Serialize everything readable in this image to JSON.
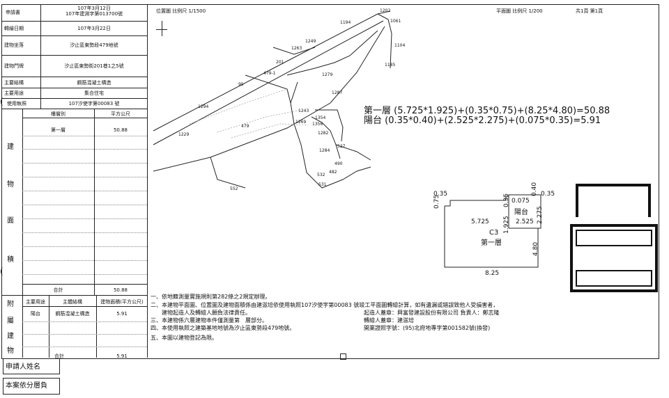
{
  "sheet": {
    "plan_scale_location": "位置圖 比例尺 1/1500",
    "plan_scale_floor": "平面圖 比例尺 1/200",
    "page_info": "共1頁 第1頁"
  },
  "left_table": {
    "rows": [
      {
        "label": "申請書",
        "value": "107年3月12日\n107年建測字第013700號"
      },
      {
        "label": "轉繪日期",
        "value": "107年3月22日"
      },
      {
        "label": "建物坐落",
        "value": "汐止區東勢段479地號"
      },
      {
        "label": "建物門牌",
        "value": "汐止區東勢街201巷1之5號"
      },
      {
        "label": "主要結構",
        "value": "鋼筋混凝土構造"
      },
      {
        "label": "主要用途",
        "value": "集合住宅"
      },
      {
        "label": "使用執照",
        "value": "107汐使字第00083 號"
      }
    ],
    "area_header": {
      "floor": "樓層別",
      "area": "平方公尺"
    },
    "area_rows": [
      {
        "floor": "第一層",
        "area": "50.88"
      }
    ],
    "vertical_main": [
      "建",
      "物",
      "面",
      "積"
    ],
    "total_label": "合計",
    "total_value": "50.88",
    "attached_header": {
      "use": "主要用途",
      "structure": "主體結構",
      "area": "建物面積(平方公尺)"
    },
    "attached_rows": [
      {
        "use": "陽台",
        "structure": "鋼筋混凝土構造",
        "area": "5.91"
      }
    ],
    "vertical_attached": [
      "附",
      "屬",
      "建",
      "物"
    ],
    "attached_total_label": "合計",
    "attached_total_value": "5.91"
  },
  "bottom": {
    "applicant_label": "申請人姓名",
    "partition_label": "本案依分層負"
  },
  "site_plan": {
    "lot_numbers": [
      "1202",
      "1061",
      "1194",
      "1104",
      "1263",
      "1249",
      "1185",
      "201",
      "479-1",
      "1279",
      "1287",
      "1294",
      "1243",
      "1354",
      "1356",
      "1269",
      "1282",
      "1229",
      "479",
      "527",
      "1284",
      "490",
      "482",
      "532",
      "531",
      "552",
      "95"
    ]
  },
  "formula": {
    "line1": "第一層 (5.725*1.925)+(0.35*0.75)+(8.25*4.80)=50.88",
    "line2": "陽台 (0.35*0.40)+(2.525*2.275)+(0.075*0.35)=5.91"
  },
  "floor_plan": {
    "d_035_left": "0.35",
    "d_075": "0.75",
    "d_0075": "0.075",
    "d_040": "0.40",
    "d_035_right": "0.35",
    "d_035_v": "0.35",
    "d_1925": "1.925",
    "d_2275": "2.275",
    "d_5725": "5.725",
    "d_2525": "2.525",
    "balcony_label": "陽台",
    "unit_code": "C3",
    "floor_label": "第一層",
    "d_480": "4.80",
    "d_825": "8.25"
  },
  "notes": [
    "一、依地籍測量實施規則第282條之2規定辦理。",
    "二、本建物平面圖、位置圖及建物面積係由建滋培依使用執照107汐使字第00083 號竣工平面圖轉繪計算，如有遺漏或錯誤致他人受損害者，",
    "　　建物起造人及轉繪人願負法律責任。",
    "三、本建物係六層建物本件僅測量第　層部分。",
    "四、本使用執照之建築基地地號為汐止區東勢段479地號。",
    "五、本圖以建物登記為限。"
  ],
  "signers": {
    "builder": "起造人蓋章：興富發建設股份有限公司 負責人：鄭志隆",
    "drafter": "轉繪人蓋章：建滋培",
    "license": "開業證照字號：(95)北府地專字第001582號(換發)"
  }
}
